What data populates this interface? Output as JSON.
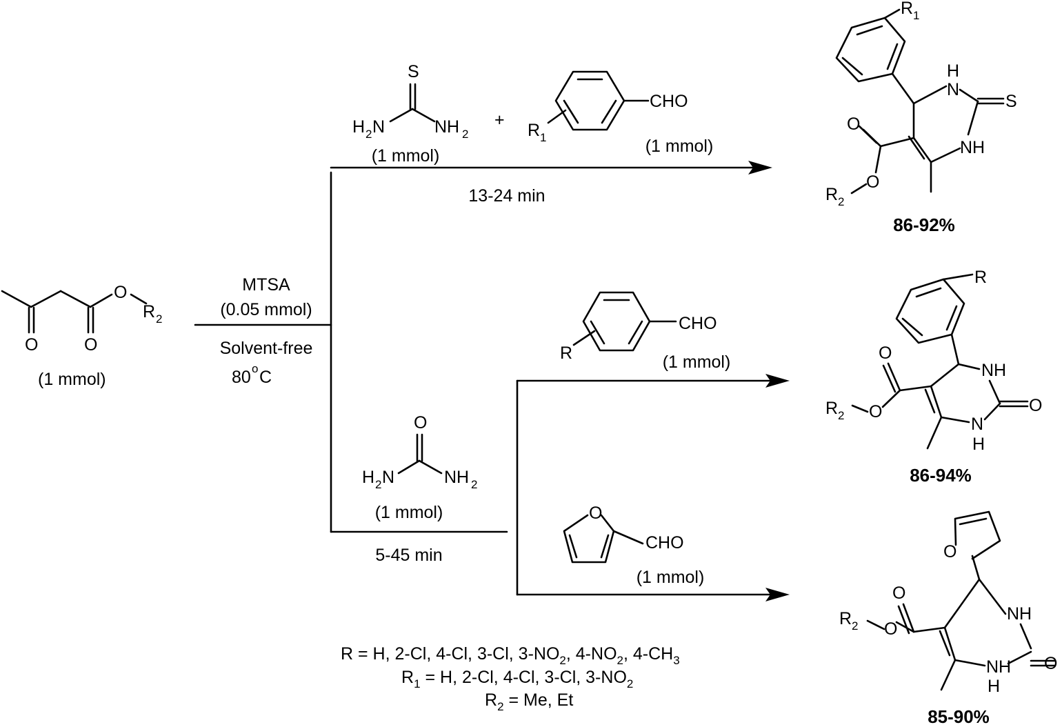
{
  "reagents": {
    "start_amount": "(1 mmol)",
    "catalyst": "MTSA",
    "catalyst_amount": "(0.05 mmol)",
    "solvent": "Solvent-free",
    "temperature": "80",
    "temperature_unit": "C",
    "degree_mark": "o",
    "thiourea_amount": "(1 mmol)",
    "aldehyde1_amount": "(1 mmol)",
    "aldehyde2_amount": "(1 mmol)",
    "furfural_amount": "(1 mmol)",
    "urea_amount": "(1 mmol)",
    "plus": "+",
    "cho": "CHO"
  },
  "conditions": {
    "time_top": "13-24 min",
    "time_bottom": "5-45 min"
  },
  "yields": {
    "product1": "86-92%",
    "product2": "86-94%",
    "product3": "85-90%"
  },
  "atoms": {
    "O": "O",
    "S": "S",
    "H": "H",
    "N": "N",
    "NH": "NH",
    "R": "R",
    "R1_main": "R",
    "one": "1",
    "two": "2",
    "R2_main": "R",
    "H2N_H": "H",
    "H2N_N": "N",
    "NH2_N": "NH",
    "sub2": "2"
  },
  "substituents": {
    "R_line": "R = H, 2-Cl, 4-Cl, 3-Cl, 3-NO",
    "R_line_mid": ", 4-NO",
    "R_line_end": ", 4-CH",
    "R_line_sub_a": "2",
    "R_line_sub_b": "2",
    "R_line_sub_c": "3",
    "R1_label": "R",
    "R1_sub": "1",
    "R1_line": " = H, 2-Cl, 4-Cl, 3-Cl, 3-NO",
    "R1_line_sub": "2",
    "R2_label": "R",
    "R2_sub": "2",
    "R2_line": " = Me, Et"
  }
}
